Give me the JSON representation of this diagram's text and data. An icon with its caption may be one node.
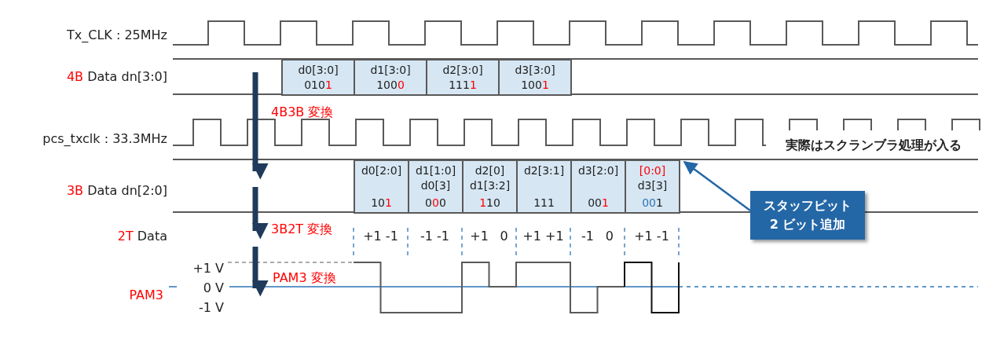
{
  "diagram": {
    "nodes": [
      {
        "text": [
          "d0[3:0]",
          "0101"
        ]
      },
      {
        "text": [
          "d1[3:0]",
          "1000"
        ]
      },
      {
        "text": [
          "d2[3:0]",
          "1111"
        ]
      },
      {
        "text": [
          "d3[3:0]",
          "1001"
        ]
      },
      {
        "text": [
          "d0[2:0]",
          "101"
        ]
      },
      {
        "text": [
          "d1[1:0] d0[3]",
          "000"
        ]
      },
      {
        "text": [
          "d2[0] d1[3:2]",
          "110"
        ]
      },
      {
        "text": [
          "d2[3:1]",
          "111"
        ]
      },
      {
        "text": [
          "d3[2:0]",
          "001"
        ]
      },
      {
        "text": [
          "[0:0] d3[3]",
          "001"
        ]
      },
      {
        "text": [
          "スタッフビット2 ビット追加"
        ]
      }
    ],
    "edges": [
      {
        "from": 10,
        "to": 9,
        "arrow": "to",
        "color": "#2467a6"
      }
    ],
    "labels": [
      "Tx_CLK : 25MHz",
      "4B Data dn[3:0]",
      "4B3B 変換",
      "pcs_txclk : 33.3MHz",
      "実際はスクランブラ処理が入る",
      "3B Data dn[2:0]",
      "2T Data",
      "3B2T 変換",
      "+1 -1",
      "-1 -1",
      "+1 0",
      "+1 +1",
      "-1 0",
      "+1 -1",
      "+1 V",
      "PAM3 変換",
      "0 V",
      "PAM3",
      "-1 V"
    ]
  }
}
